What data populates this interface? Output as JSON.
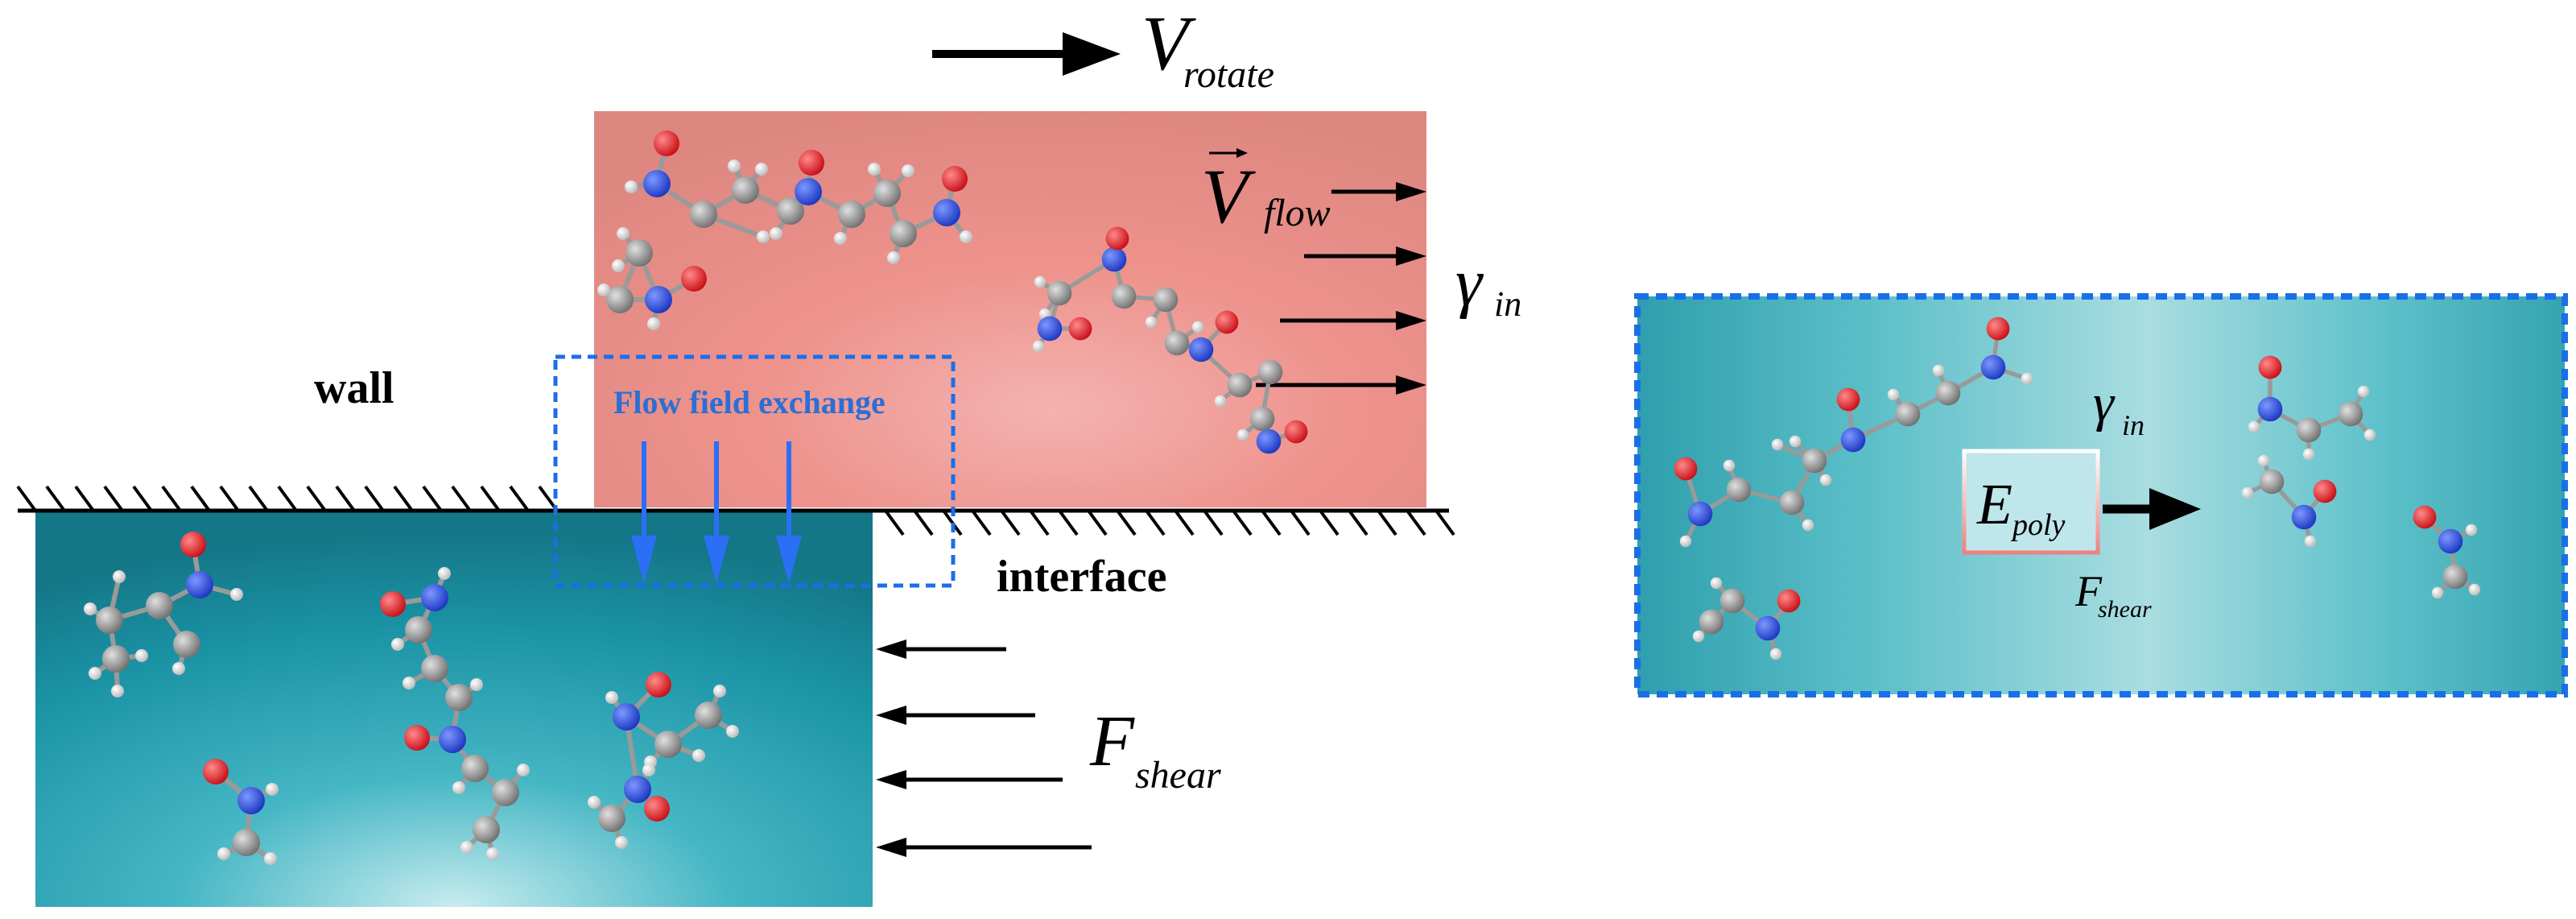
{
  "labels": {
    "v_rotate_main": "V",
    "v_rotate_sub": "rotate",
    "v_flow_main": "V",
    "v_flow_sub": "flow",
    "gamma_main": "γ",
    "gamma_sub": "in",
    "wall": "wall",
    "interface": "interface",
    "flow_exchange": "Flow field exchange",
    "f_shear_main": "F",
    "f_shear_sub": "shear"
  },
  "zoom_panel": {
    "gamma_main": "γ",
    "gamma_sub": "in",
    "e_poly_main": "E",
    "e_poly_sub": "poly",
    "f_shear_main": "F",
    "f_shear_sub": "shear"
  },
  "colors": {
    "flow_region": "#ef8f8a",
    "wall_region": "#1e94a6",
    "zoom_region": "#6cc3cc",
    "dashed_blue": "#1a6fe8",
    "exchange_arrow": "#2b6ff5",
    "exchange_text": "#2a6fd6",
    "atom_carbon": "#8a8a8a",
    "atom_nitrogen": "#1f3fd8",
    "atom_oxygen": "#e0141c",
    "atom_hydrogen": "#e6e6e6"
  }
}
